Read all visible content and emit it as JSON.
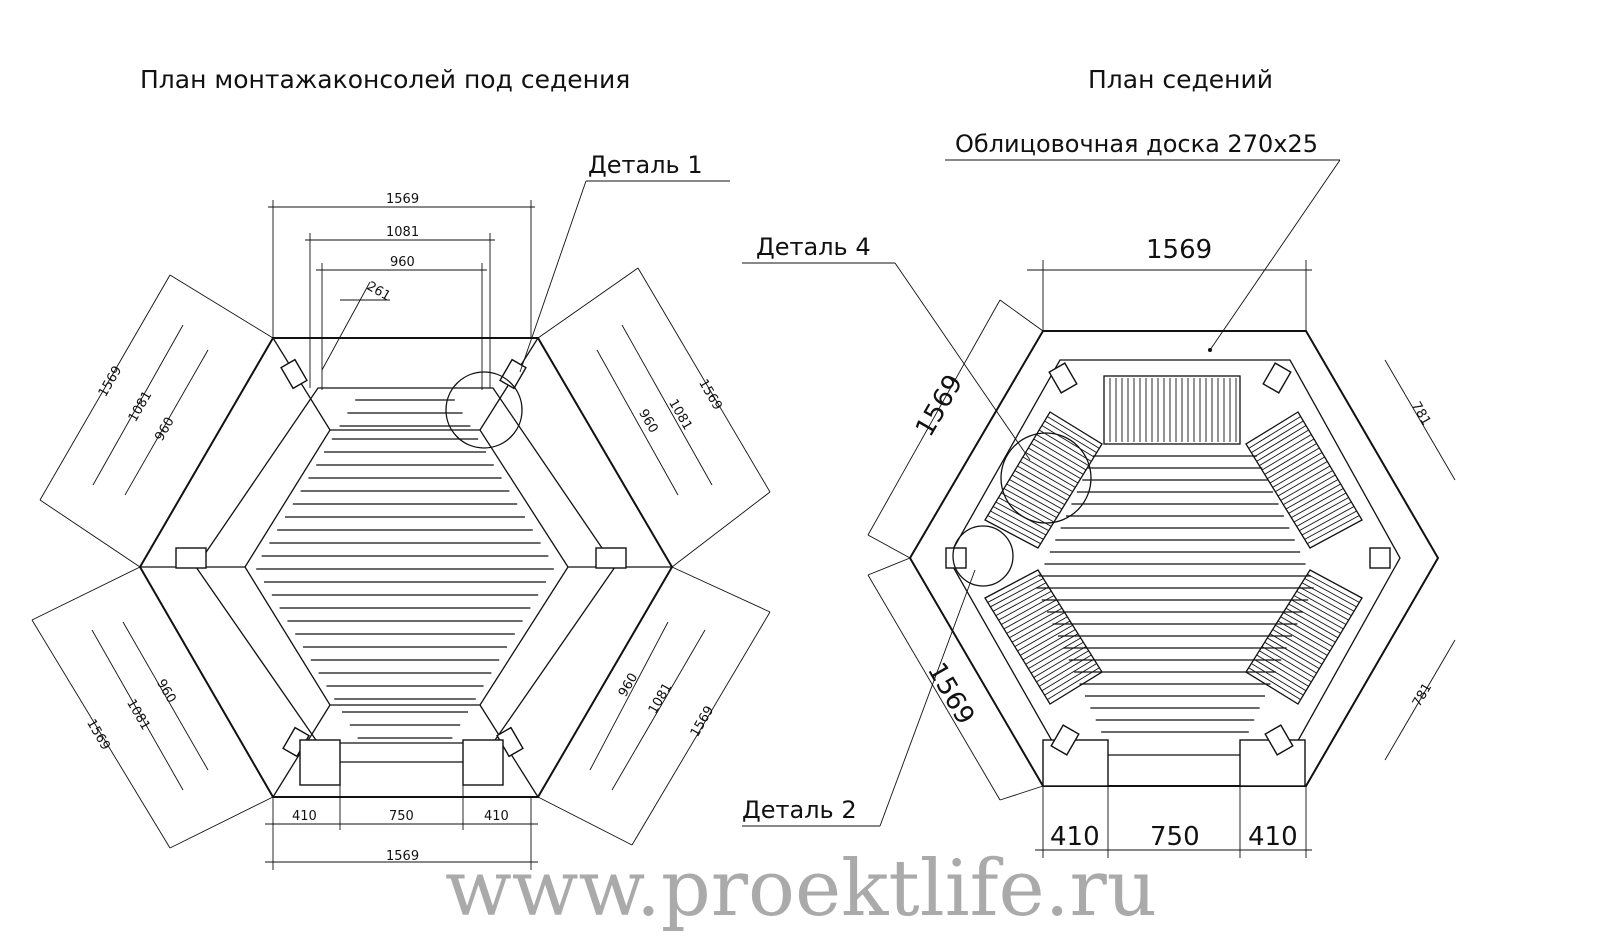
{
  "titles": {
    "left": "План монтажаконсолей под седения",
    "right": "План седений"
  },
  "callouts": {
    "detail1": "Деталь 1",
    "detail4": "Деталь 4",
    "detail2": "Деталь 2",
    "cladding": "Облицовочная доска 270х25"
  },
  "left_dims": {
    "top_outer": "1569",
    "top_mid": "1081",
    "top_inner": "960",
    "diag_small": "261",
    "ul_outer": "1569",
    "ul_mid": "1081",
    "ul_inner": "960",
    "ur_outer": "1569",
    "ur_mid": "1081",
    "ur_inner": "960",
    "ll_outer": "1569",
    "ll_mid": "1081",
    "ll_inner": "960",
    "lr_outer": "1569",
    "lr_mid": "1081",
    "lr_inner": "960",
    "bottom_left": "410",
    "bottom_mid": "750",
    "bottom_right": "410",
    "bottom_total": "1569"
  },
  "right_dims": {
    "top": "1569",
    "upper_left": "1569",
    "lower_left": "1569",
    "upper_right": "781",
    "lower_right": "781",
    "bottom_left": "410",
    "bottom_mid": "750",
    "bottom_right": "410"
  },
  "watermark": "www.proektlife.ru"
}
